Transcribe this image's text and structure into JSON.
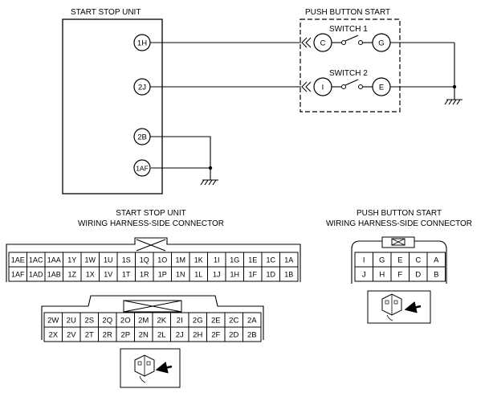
{
  "schematic": {
    "start_stop_unit_title": "START STOP UNIT",
    "push_button_start_title": "PUSH BUTTON START",
    "ssu_pins": [
      "1H",
      "2J",
      "2B",
      "1AF"
    ],
    "pbs_pins": [
      "C",
      "G",
      "I",
      "E"
    ],
    "switch1_label": "SWITCH 1",
    "switch2_label": "SWITCH 2"
  },
  "connectors": {
    "ssu_line1": "START STOP UNIT",
    "ssu_line2": "WIRING HARNESS-SIDE CONNECTOR",
    "pbs_line1": "PUSH BUTTON START",
    "pbs_line2": "WIRING HARNESS-SIDE CONNECTOR",
    "ssu_conn1_rows": [
      [
        "1AE",
        "1AC",
        "1AA",
        "1Y",
        "1W",
        "1U",
        "1S",
        "1Q",
        "1O",
        "1M",
        "1K",
        "1I",
        "1G",
        "1E",
        "1C",
        "1A"
      ],
      [
        "1AF",
        "1AD",
        "1AB",
        "1Z",
        "1X",
        "1V",
        "1T",
        "1R",
        "1P",
        "1N",
        "1L",
        "1J",
        "1H",
        "1F",
        "1D",
        "1B"
      ]
    ],
    "ssu_conn2_rows": [
      [
        "2W",
        "2U",
        "2S",
        "2Q",
        "2O",
        "2M",
        "2K",
        "2I",
        "2G",
        "2E",
        "2C",
        "2A"
      ],
      [
        "2X",
        "2V",
        "2T",
        "2R",
        "2P",
        "2N",
        "2L",
        "2J",
        "2H",
        "2F",
        "2D",
        "2B"
      ]
    ],
    "pbs_conn_rows": [
      [
        "I",
        "G",
        "E",
        "C",
        "A"
      ],
      [
        "J",
        "H",
        "F",
        "D",
        "B"
      ]
    ]
  }
}
